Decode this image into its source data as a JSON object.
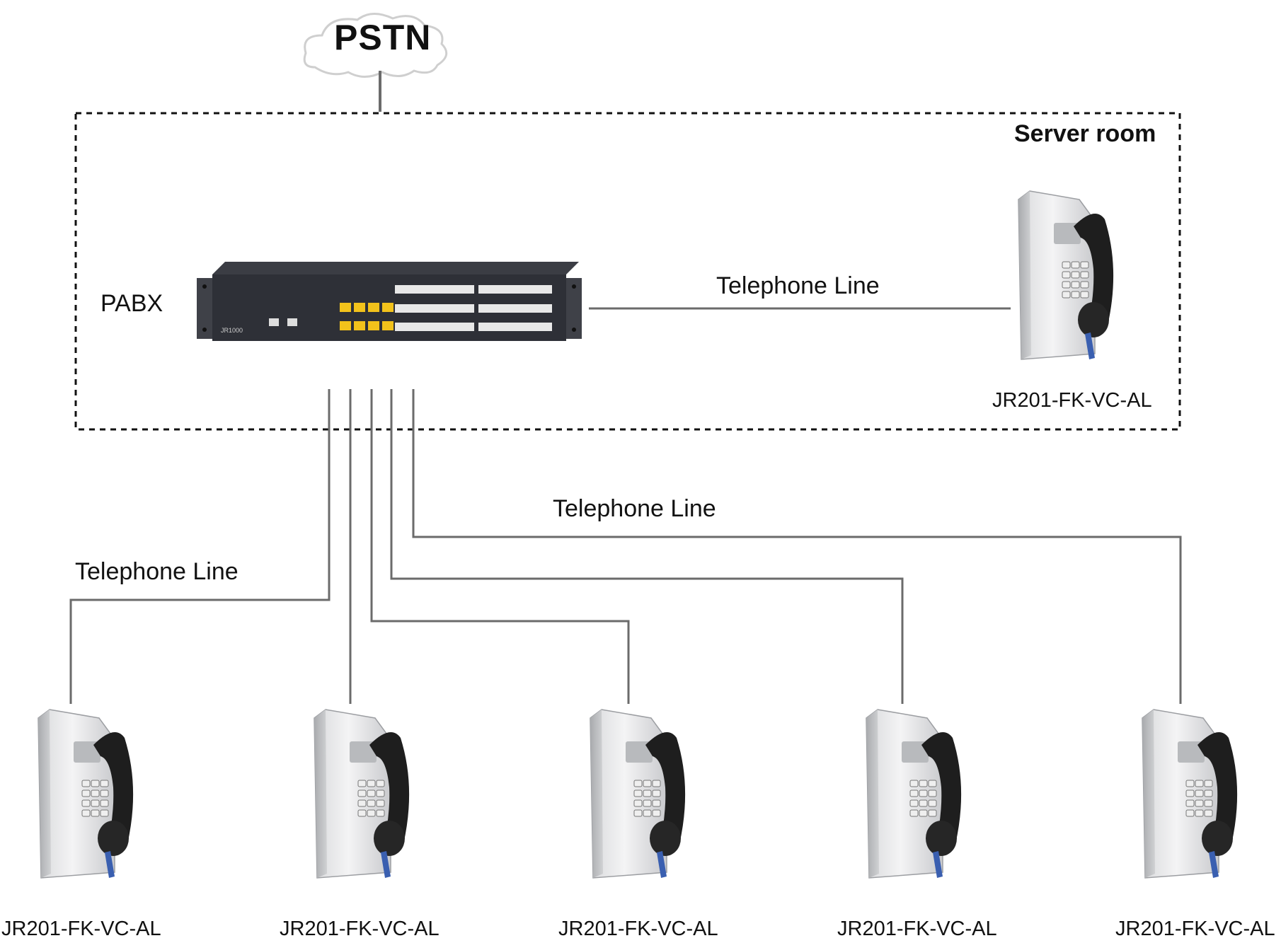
{
  "cloud": {
    "label": "PSTN",
    "icon": "cloud-icon"
  },
  "server_room": {
    "title": "Server room"
  },
  "pabx": {
    "label": "PABX",
    "model_text": "JR1000"
  },
  "lines": {
    "label_top": "Telephone Line",
    "label_mid": "Telephone Line",
    "label_left": "Telephone Line"
  },
  "phones": {
    "room": {
      "model": "JR201-FK-VC-AL"
    },
    "row": [
      {
        "model": "JR201-FK-VC-AL"
      },
      {
        "model": "JR201-FK-VC-AL"
      },
      {
        "model": "JR201-FK-VC-AL"
      },
      {
        "model": "JR201-FK-VC-AL"
      },
      {
        "model": "JR201-FK-VC-AL"
      }
    ]
  },
  "colors": {
    "line": "#6b6b6b",
    "handset": "#1e1e1e",
    "cord": "#3a5fb0",
    "port_yellow": "#f2c21b"
  }
}
